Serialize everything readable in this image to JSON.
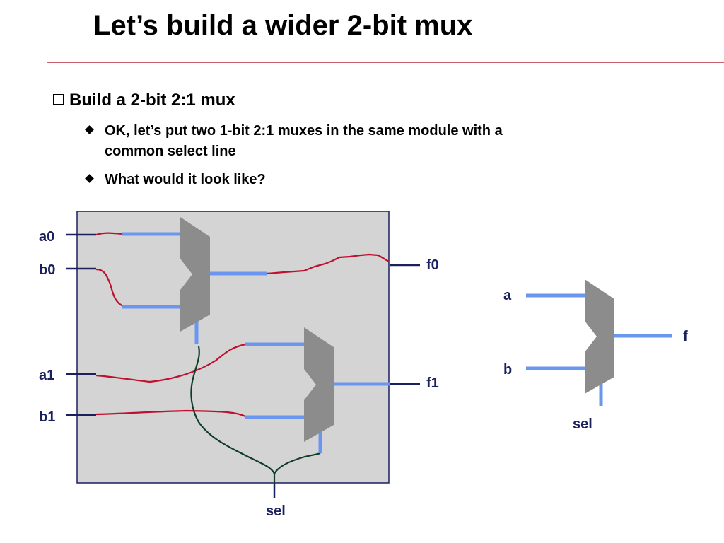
{
  "slide": {
    "title": "Let’s build a wider 2-bit mux",
    "bullet": "Build a 2-bit 2:1 mux",
    "subbullets": [
      [
        "OK, let’s put two 1-bit 2:1 muxes in the same module with a",
        "common select line"
      ],
      "What would it look like?"
    ]
  },
  "diagram": {
    "module_labels": {
      "a0": "a0",
      "b0": "b0",
      "a1": "a1",
      "b1": "b1",
      "f0": "f0",
      "f1": "f1",
      "sel": "sel"
    },
    "single_mux_labels": {
      "a": "a",
      "b": "b",
      "f": "f",
      "sel": "sel"
    },
    "colors": {
      "module_fill": "#d4d4d4",
      "mux_fill": "#8c8c8c",
      "bus_blue": "#6b96f0",
      "wire_red": "#c01030",
      "wire_green": "#0f3d2a",
      "pin_navy": "#1a1f5e",
      "title_rule": "#c8606f"
    }
  }
}
